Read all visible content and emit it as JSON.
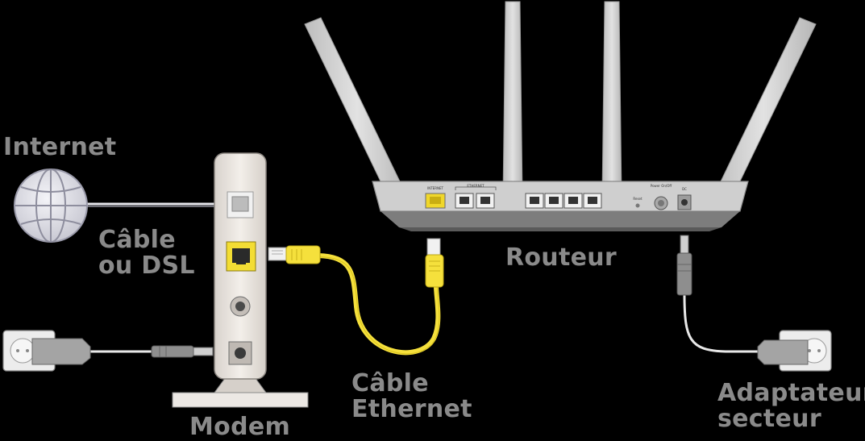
{
  "labels": {
    "internet": "Internet",
    "cable_dsl": [
      "Câble",
      "ou DSL"
    ],
    "modem": "Modem",
    "ethernet_cable": [
      "Câble",
      "Ethernet"
    ],
    "router": "Routeur",
    "power_adapter": [
      "Adaptateur",
      "secteur"
    ]
  },
  "router_panel": {
    "internet_port": "INTERNET",
    "ethernet_ports": "ETHERNET",
    "reset": "Reset",
    "power": "Power On/Off",
    "dc": "DC"
  },
  "colors": {
    "background": "#000000",
    "label": "#8a8a8a",
    "yellow_cable": "#f5e03c",
    "device_body": "#e9e4df",
    "router_body": "#c9c9c9",
    "antenna": "#d2d2d2"
  },
  "icons": {
    "internet": "globe-icon",
    "outlets": "wall-outlet-icon"
  }
}
